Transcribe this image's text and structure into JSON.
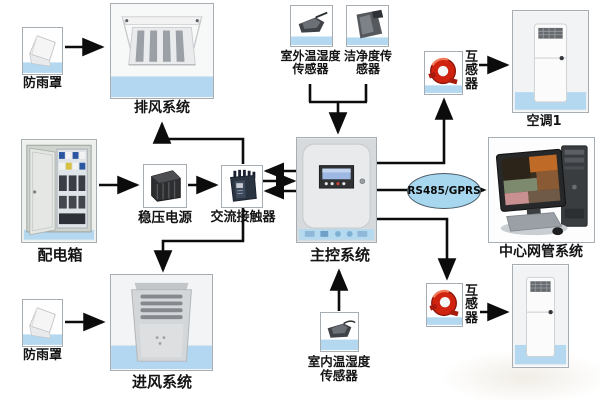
{
  "diagram": {
    "type": "system-architecture",
    "colors": {
      "background": "#ffffff",
      "arrow": "#0c0c0c",
      "box_border": "#a6aeb4",
      "water_strip": "#b4d8f0",
      "link_ellipse_fill": "#a7d7ef",
      "transformer_red": "#cf2310"
    },
    "nodes": {
      "rain_cover_top": {
        "label": "防雨罩"
      },
      "exhaust_system": {
        "label": "排风系统"
      },
      "outdoor_sensor": {
        "label_line1": "室外温湿度",
        "label_line2": "传感器"
      },
      "cleanliness_sensor": {
        "label_line1": "洁净度传",
        "label_line2": "感器"
      },
      "transformer_top": {
        "label": "互感器"
      },
      "air_conditioner_1": {
        "label": "空调1"
      },
      "distribution_box": {
        "label": "配电箱"
      },
      "stabilized_power": {
        "label": "稳压电源"
      },
      "ac_contactor": {
        "label": "交流接触器"
      },
      "main_control": {
        "label": "主控系统"
      },
      "comm_link": {
        "label": "RS485/GPRS"
      },
      "network_mgmt": {
        "label": "中心网管系统"
      },
      "rain_cover_bottom": {
        "label": "防雨罩"
      },
      "intake_system": {
        "label": "进风系统"
      },
      "indoor_sensor": {
        "label_line1": "室内温湿度",
        "label_line2": "传感器"
      },
      "transformer_bottom": {
        "label": "互感器"
      },
      "air_conditioner_2": {
        "label": ""
      }
    },
    "connections": [
      {
        "from": "rain_cover_top",
        "to": "exhaust_system"
      },
      {
        "from": "ac_contactor",
        "to": "exhaust_system"
      },
      {
        "from": "outdoor_sensor",
        "to": "main_control"
      },
      {
        "from": "cleanliness_sensor",
        "to": "main_control"
      },
      {
        "from": "main_control",
        "to": "transformer_top"
      },
      {
        "from": "transformer_top",
        "to": "air_conditioner_1"
      },
      {
        "from": "distribution_box",
        "to": "stabilized_power"
      },
      {
        "from": "stabilized_power",
        "to": "ac_contactor"
      },
      {
        "from": "main_control",
        "to": "ac_contactor"
      },
      {
        "from": "ac_contactor",
        "to": "main_control"
      },
      {
        "from": "ac_contactor",
        "to": "intake_system"
      },
      {
        "from": "rain_cover_bottom",
        "to": "intake_system"
      },
      {
        "from": "indoor_sensor",
        "to": "main_control"
      },
      {
        "from": "main_control",
        "to": "network_mgmt",
        "label": "RS485/GPRS"
      },
      {
        "from": "main_control",
        "to": "transformer_bottom"
      },
      {
        "from": "transformer_bottom",
        "to": "air_conditioner_2"
      }
    ]
  }
}
